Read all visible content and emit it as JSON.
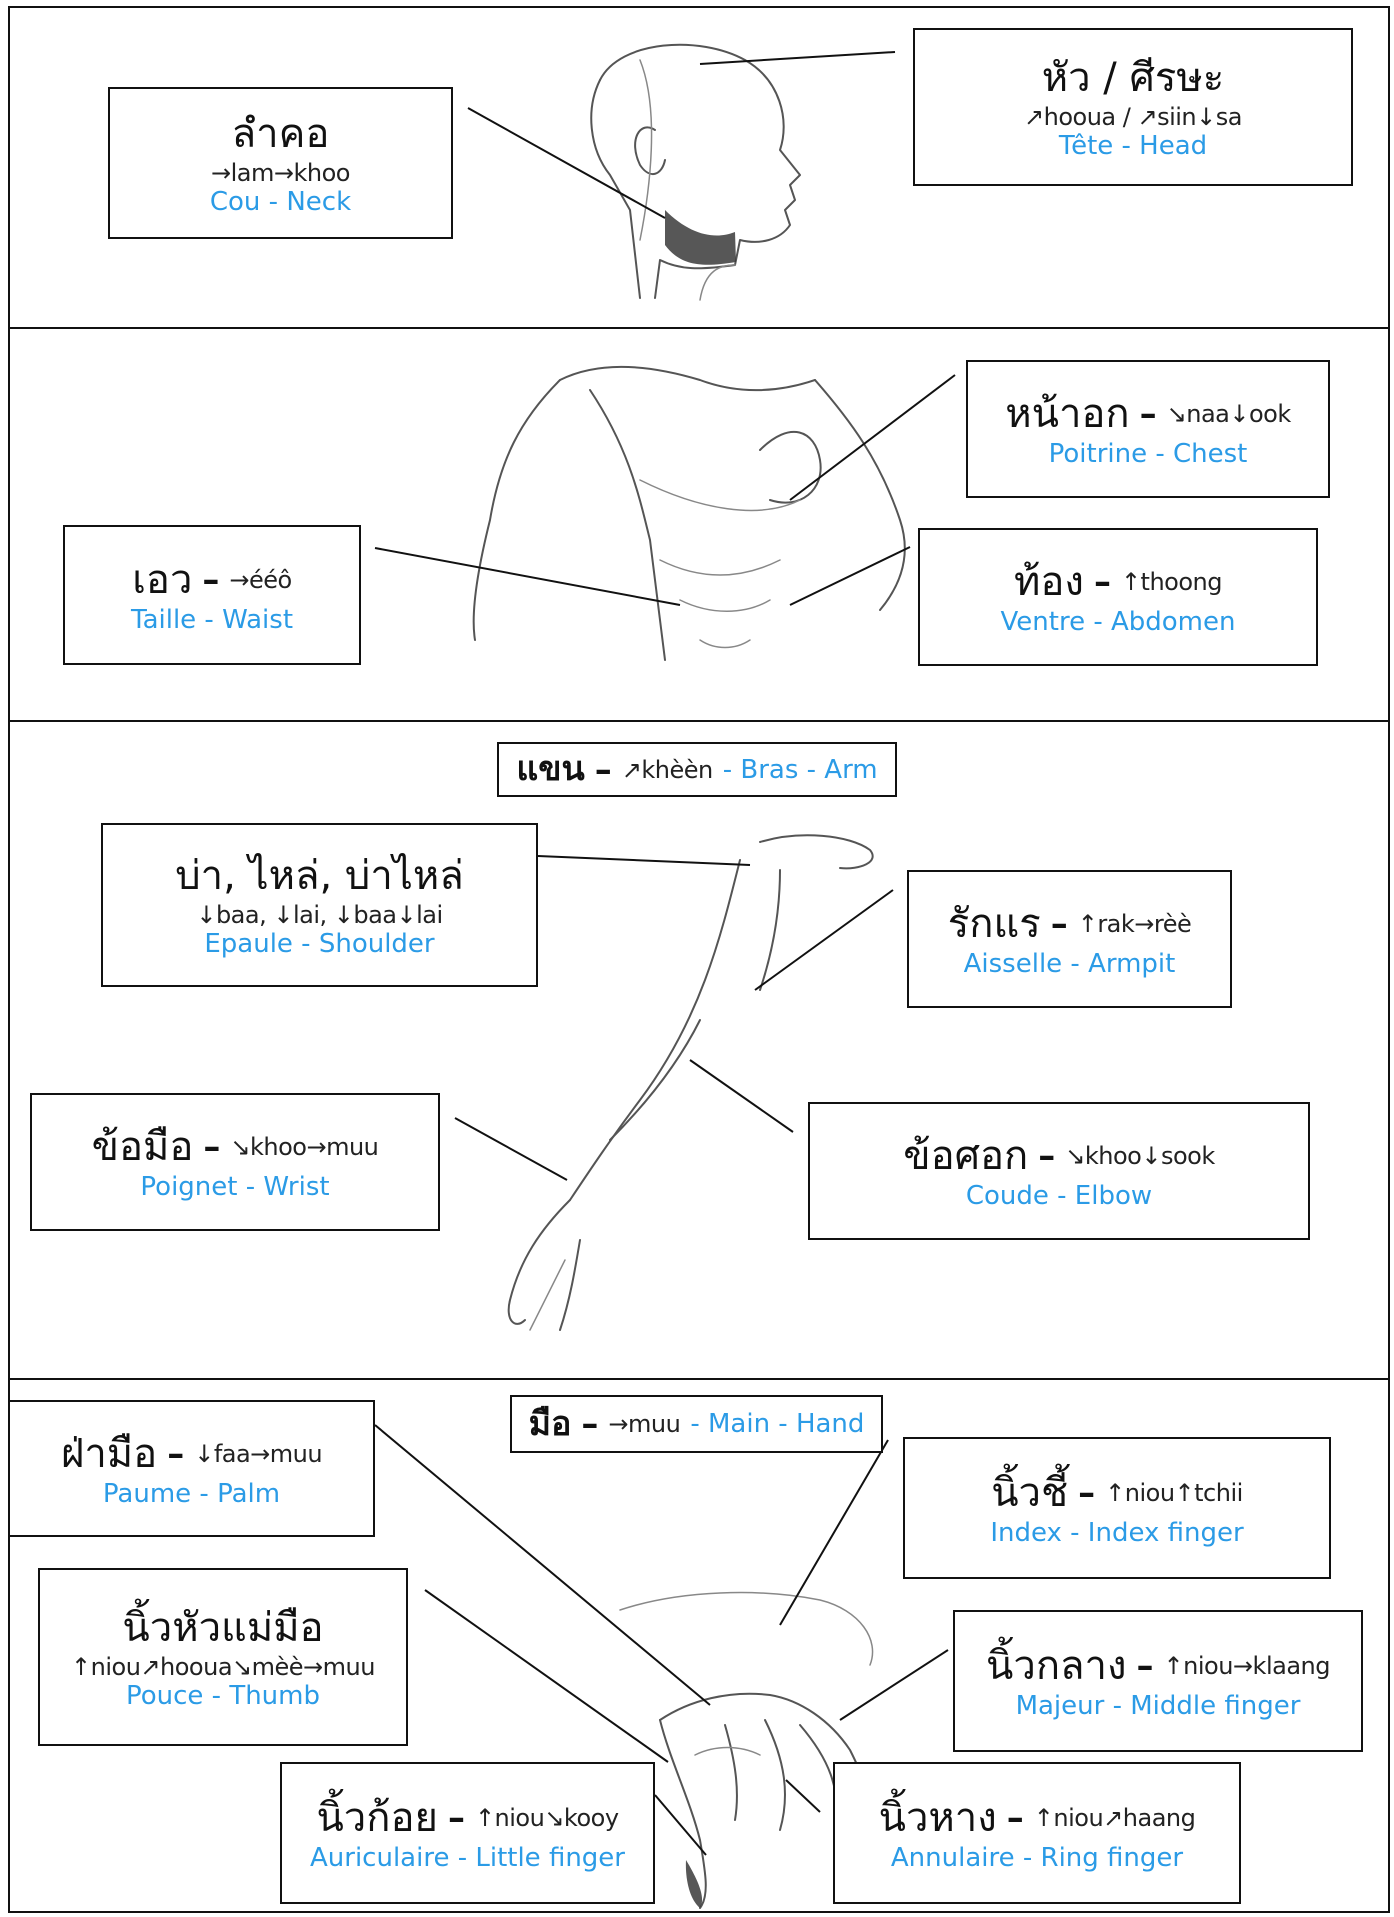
{
  "sections": {
    "head": {
      "neck": {
        "thai": "ลำคอ",
        "translit": "→lam→khoo",
        "gloss": "Cou - Neck"
      },
      "head": {
        "thai": "หัว / ศีรษะ",
        "translit": "↗hooua / ↗siin↓sa",
        "gloss": "Tête - Head"
      }
    },
    "torso": {
      "chest": {
        "thai": "หน้าอก",
        "translit": "↘naa↓ook",
        "gloss": "Poitrine - Chest"
      },
      "waist": {
        "thai": "เอว",
        "translit": "→ééô",
        "gloss": "Taille - Waist"
      },
      "abdomen": {
        "thai": "ท้อง",
        "translit": "↑thoong",
        "gloss": "Ventre - Abdomen"
      }
    },
    "arm": {
      "header": {
        "thai": "แขน",
        "translit": "↗khèèn",
        "gloss": "- Bras - Arm"
      },
      "shoulder": {
        "thai": "บ่า, ไหล่, บ่าไหล่",
        "translit": "↓baa, ↓lai, ↓baa↓lai",
        "gloss": "Epaule - Shoulder"
      },
      "armpit": {
        "thai": "รักแร",
        "translit": "↑rak→rèè",
        "gloss": "Aisselle - Armpit"
      },
      "wrist": {
        "thai": "ข้อมือ",
        "translit": "↘khoo→muu",
        "gloss": "Poignet - Wrist"
      },
      "elbow": {
        "thai": "ข้อศอก",
        "translit": "↘khoo↓sook",
        "gloss": "Coude - Elbow"
      }
    },
    "hand": {
      "header": {
        "thai": "มือ",
        "translit": "→muu",
        "gloss": "- Main - Hand"
      },
      "palm": {
        "thai": "ฝ่ามือ",
        "translit": "↓faa→muu",
        "gloss": "Paume - Palm"
      },
      "index": {
        "thai": "นิ้วชี้",
        "translit": "↑niou↑tchii",
        "gloss": "Index - Index finger"
      },
      "thumb": {
        "thai": "นิ้วหัวแม่มือ",
        "translit": "↑niou↗hooua↘mèè→muu",
        "gloss": "Pouce - Thumb"
      },
      "middle": {
        "thai": "นิ้วกลาง",
        "translit": "↑niou→klaang",
        "gloss": "Majeur - Middle finger"
      },
      "little": {
        "thai": "นิ้วก้อย",
        "translit": "↑niou↘kooy",
        "gloss": "Auriculaire - Little finger"
      },
      "ring": {
        "thai": "นิ้วหาง",
        "translit": "↑niou↗haang",
        "gloss": "Annulaire - Ring finger"
      }
    }
  },
  "separator": "–",
  "colors": {
    "gloss": "#2b9be6",
    "border": "#111111"
  }
}
